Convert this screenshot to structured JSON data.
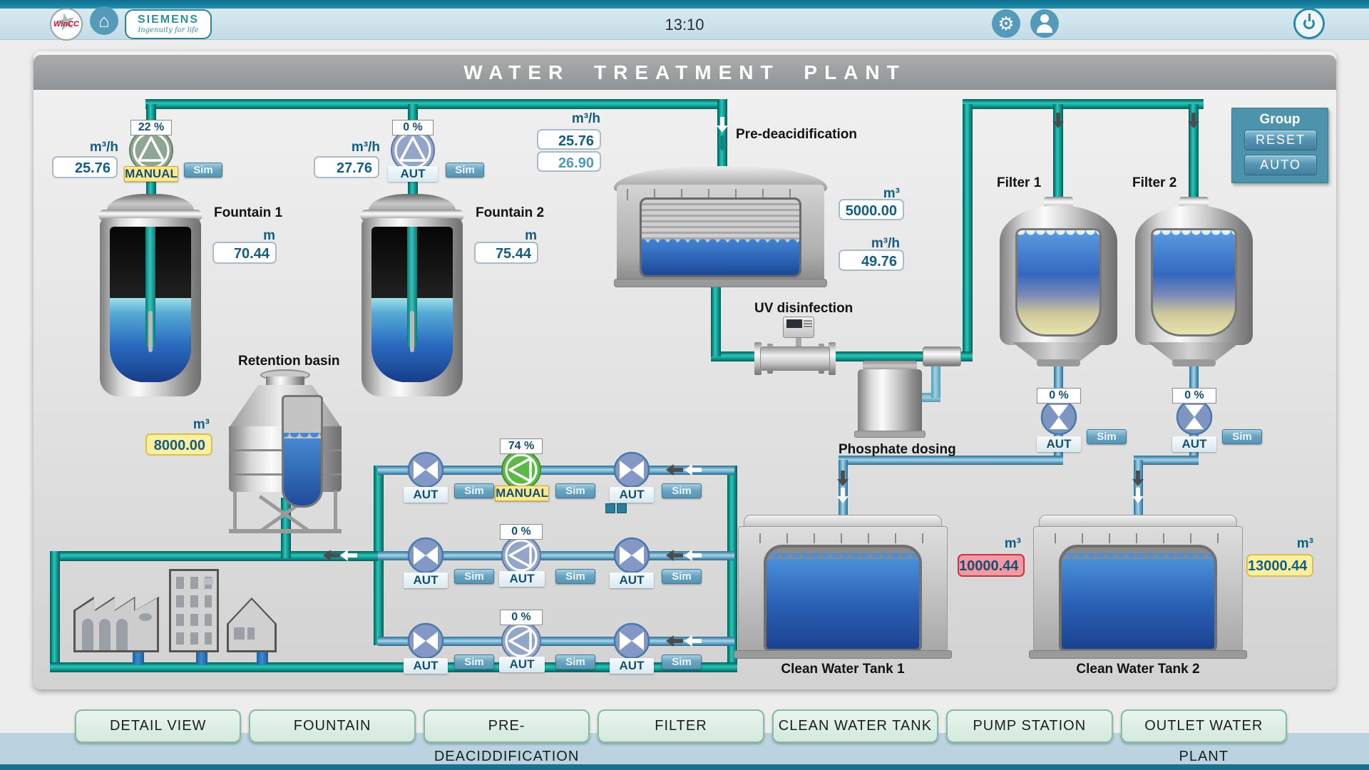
{
  "header": {
    "time": "13:10",
    "wincc": "WinCC",
    "siemens": "SIEMENS",
    "siemens_tagline": "Ingenuity for life"
  },
  "title": "WATER TREATMENT PLANT",
  "group": {
    "title": "Group",
    "reset": "RESET",
    "auto": "AUTO"
  },
  "fountain1": {
    "name": "Fountain 1",
    "percent": "22 %",
    "mode": "MANUAL",
    "sim": "Sim",
    "flow_unit": "m³/h",
    "flow": "25.76",
    "level_unit": "m",
    "level": "70.44"
  },
  "fountain2": {
    "name": "Fountain 2",
    "percent": "0 %",
    "mode": "AUT",
    "sim": "Sim",
    "flow_unit": "m³/h",
    "flow": "27.76",
    "level_unit": "m",
    "level": "75.44"
  },
  "main_flow": {
    "unit": "m³/h",
    "value1": "25.76",
    "value2": "26.90"
  },
  "predeacidification": {
    "name": "Pre-deacidification",
    "volume_unit": "m³",
    "volume": "5000.00",
    "outflow_unit": "m³/h",
    "outflow": "49.76"
  },
  "uv": {
    "name": "UV disinfection"
  },
  "phosphate": {
    "name": "Phosphate dosing"
  },
  "filter1": {
    "name": "Filter 1",
    "percent": "0 %",
    "mode": "AUT",
    "sim": "Sim"
  },
  "filter2": {
    "name": "Filter 2",
    "percent": "0 %",
    "mode": "AUT",
    "sim": "Sim"
  },
  "retention": {
    "name": "Retention basin",
    "volume_unit": "m³",
    "volume": "8000.00"
  },
  "tank1": {
    "name": "Clean Water Tank 1",
    "volume_unit": "m³",
    "volume": "10000.44",
    "status_color": "#f29aa4"
  },
  "tank2": {
    "name": "Clean Water Tank 2",
    "volume_unit": "m³",
    "volume": "13000.44",
    "status_color": "#fcf0a0"
  },
  "pump_rows": [
    {
      "left_valve": "AUT",
      "left_sim": "Sim",
      "percent": "74 %",
      "mode": "MANUAL",
      "mid_sim": "Sim",
      "right_valve": "AUT",
      "right_sim": "Sim"
    },
    {
      "left_valve": "AUT",
      "left_sim": "Sim",
      "percent": "0 %",
      "mode": "AUT",
      "mid_sim": "Sim",
      "right_valve": "AUT",
      "right_sim": "Sim"
    },
    {
      "left_valve": "AUT",
      "left_sim": "Sim",
      "percent": "0 %",
      "mode": "AUT",
      "mid_sim": "Sim",
      "right_valve": "AUT",
      "right_sim": "Sim"
    }
  ],
  "nav": [
    "DETAIL VIEW",
    "FOUNTAIN",
    "PRE-DEACIDDIFICATION",
    "FILTER",
    "CLEAN WATER TANK",
    "PUMP STATION",
    "OUTLET WATER PLANT"
  ],
  "colors": {
    "pipe_teal": "#0d9a90",
    "pipe_blue": "#5d9fc0",
    "running_green": "#5aba45",
    "idle_blue": "#93a5c9",
    "alarm_red": "#f29aa4",
    "warn_yellow": "#fcf0a0",
    "accent_teal": "#2a89a6"
  }
}
